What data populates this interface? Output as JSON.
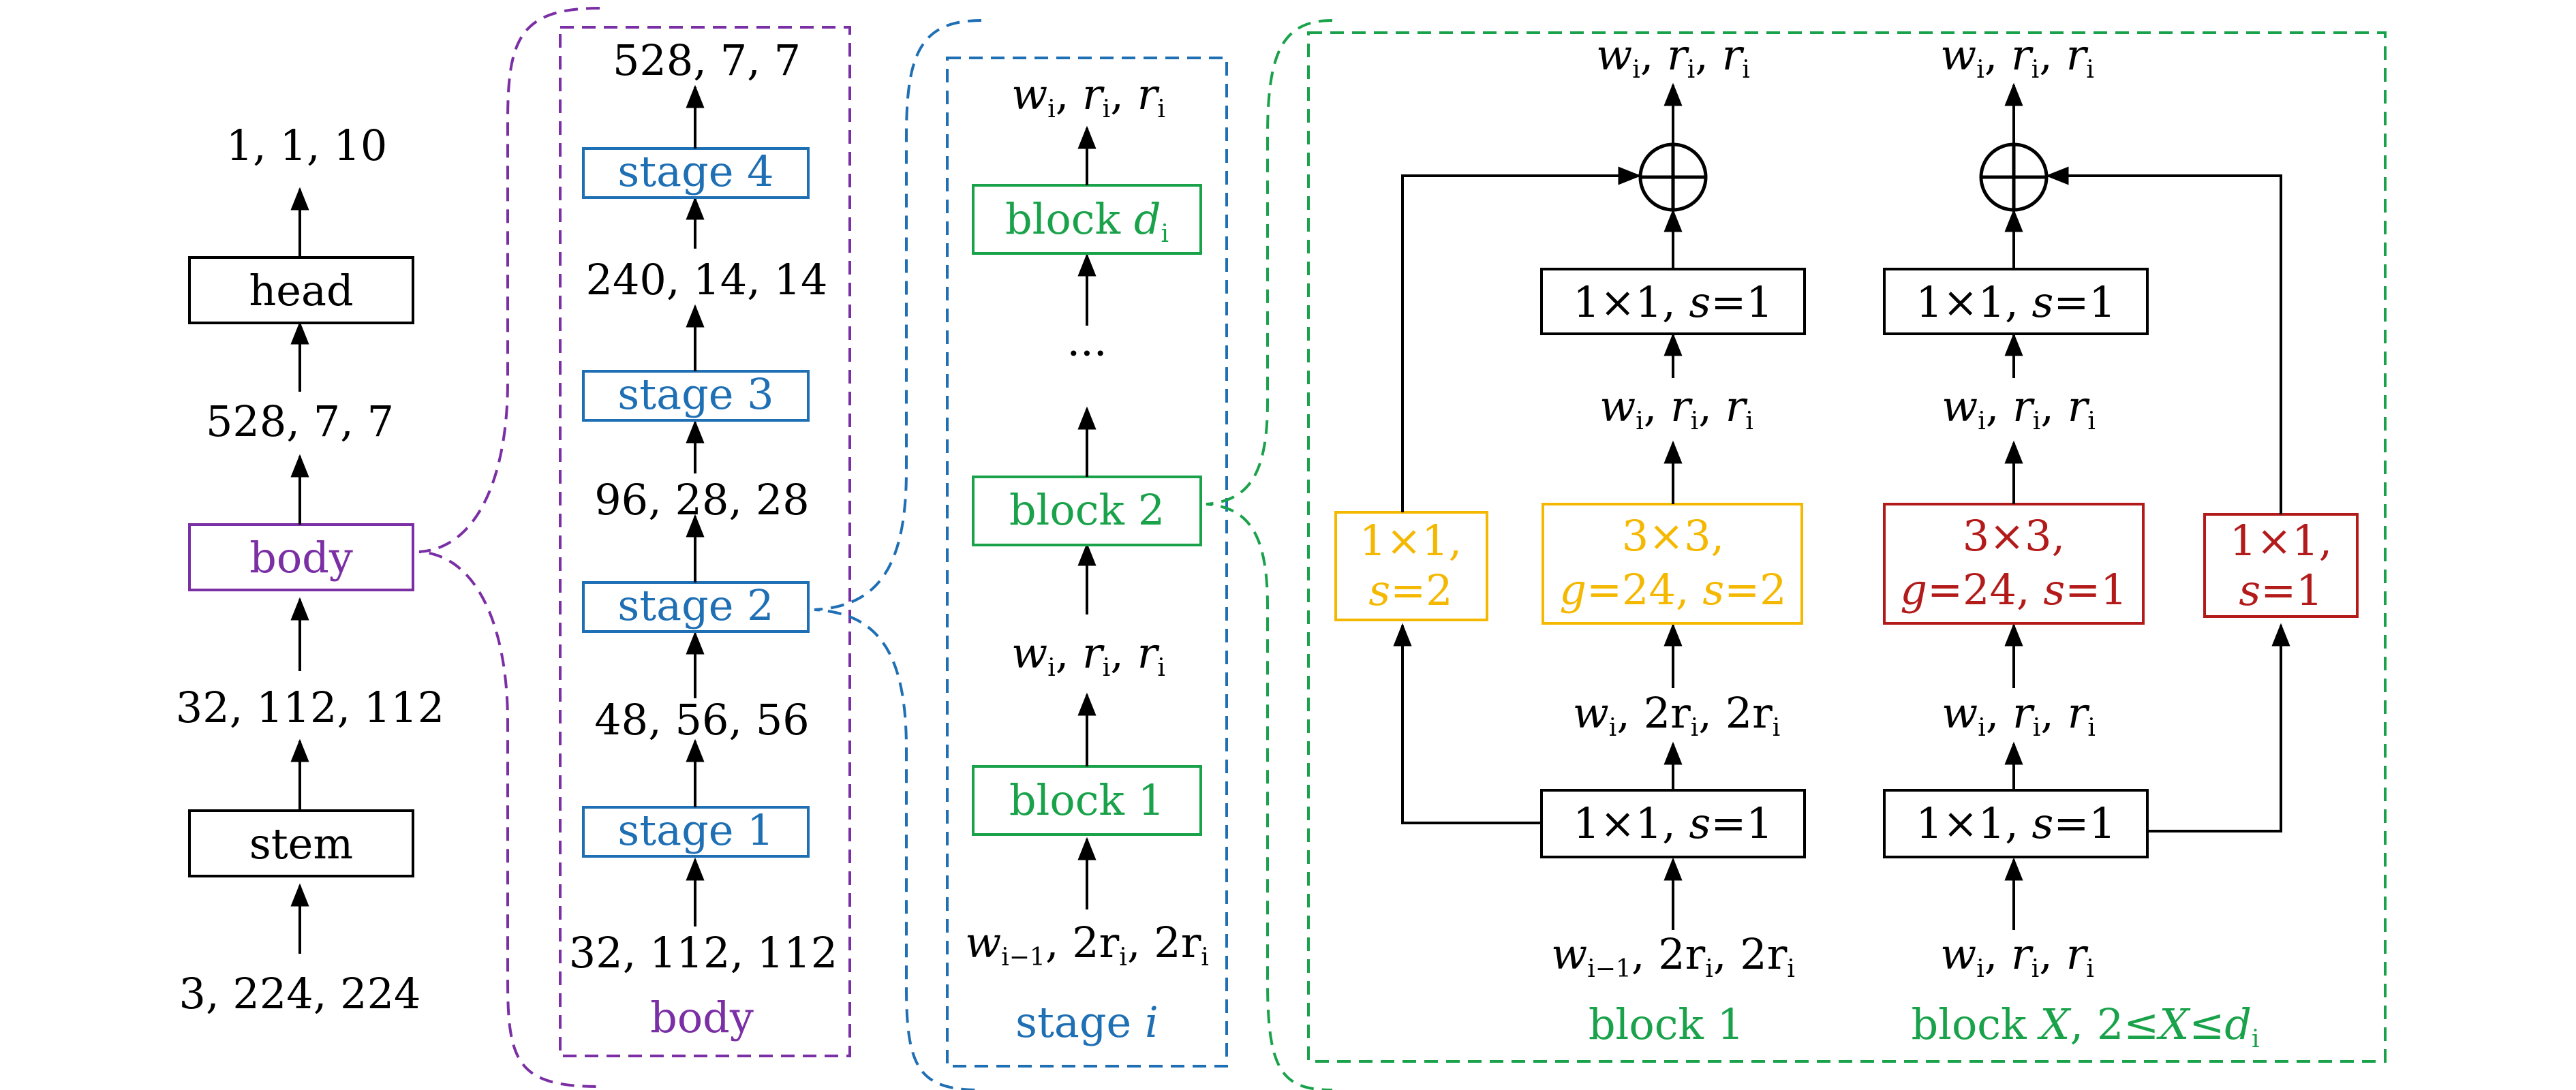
{
  "colors": {
    "black": "#000000",
    "purple": "#7b2fa5",
    "blue": "#1f6fb4",
    "green": "#1aa24b",
    "yellow": "#f5b800",
    "red": "#b31b1b"
  },
  "overall": {
    "input": "3, 224, 224",
    "stem": "stem",
    "after_stem": "32, 112, 112",
    "body": "body",
    "after_body": "528, 7, 7",
    "head": "head",
    "output": "1, 1, 10"
  },
  "body_panel": {
    "caption": "body",
    "input": "32, 112, 112",
    "stage1": "stage 1",
    "after_stage1": "48, 56, 56",
    "stage2": "stage 2",
    "after_stage2": "96, 28, 28",
    "stage3": "stage 3",
    "after_stage3": "240, 14, 14",
    "stage4": "stage 4",
    "after_stage4": "528, 7, 7"
  },
  "stage_panel": {
    "caption_prefix": "stage ",
    "caption_var": "i",
    "input": {
      "w": "w",
      "w_sub": "i−1",
      "rest": ", 2r",
      "r_sub": "i",
      "rest2": ", 2r",
      "r_sub2": "i"
    },
    "block1": "block 1",
    "after_block1": {
      "w": "w",
      "w_sub": "i",
      "r1": "r",
      "r1_sub": "i",
      "r2": "r",
      "r2_sub": "i"
    },
    "block2": "block 2",
    "dots": "···",
    "blockd_prefix": "block ",
    "blockd_var": "d",
    "blockd_sub": "i",
    "output": {
      "w": "w",
      "w_sub": "i",
      "r1": "r",
      "r1_sub": "i",
      "r2": "r",
      "r2_sub": "i"
    }
  },
  "block_panel": {
    "block1": {
      "caption": "block 1",
      "input": {
        "w": "w",
        "w_sub": "i−1",
        "mid": ", 2r",
        "r_sub": "i",
        "mid2": ", 2r",
        "r_sub2": "i"
      },
      "conv1": {
        "a": "1×1, ",
        "s": "s",
        "b": "=1"
      },
      "after_conv1": {
        "w": "w",
        "w_sub": "i",
        "mid": ", 2r",
        "r_sub": "i",
        "mid2": ", 2r",
        "r_sub2": "i"
      },
      "conv2_line1": "3×3,",
      "conv2_line2": {
        "g": "g",
        "a": "=24, ",
        "s": "s",
        "b": "=2"
      },
      "after_conv2": {
        "w": "w",
        "w_sub": "i",
        "r1": "r",
        "r1_sub": "i",
        "r2": "r",
        "r2_sub": "i"
      },
      "conv3": {
        "a": "1×1, ",
        "s": "s",
        "b": "=1"
      },
      "skip_line1": "1×1,",
      "skip_line2": {
        "s": "s",
        "b": "=2"
      },
      "output": {
        "w": "w",
        "w_sub": "i",
        "r1": "r",
        "r1_sub": "i",
        "r2": "r",
        "r2_sub": "i"
      }
    },
    "blockX": {
      "caption_prefix": "block ",
      "caption_var": "X",
      "caption_mid": ", 2≤",
      "caption_var2": "X",
      "caption_mid2": "≤",
      "caption_var3": "d",
      "caption_sub": "i",
      "input": {
        "w": "w",
        "w_sub": "i",
        "r1": "r",
        "r1_sub": "i",
        "r2": "r",
        "r2_sub": "i"
      },
      "conv1": {
        "a": "1×1, ",
        "s": "s",
        "b": "=1"
      },
      "after_conv1": {
        "w": "w",
        "w_sub": "i",
        "r1": "r",
        "r1_sub": "i",
        "r2": "r",
        "r2_sub": "i"
      },
      "conv2_line1": "3×3,",
      "conv2_line2": {
        "g": "g",
        "a": "=24, ",
        "s": "s",
        "b": "=1"
      },
      "after_conv2": {
        "w": "w",
        "w_sub": "i",
        "r1": "r",
        "r1_sub": "i",
        "r2": "r",
        "r2_sub": "i"
      },
      "conv3": {
        "a": "1×1, ",
        "s": "s",
        "b": "=1"
      },
      "skip_line1": "1×1,",
      "skip_line2": {
        "s": "s",
        "b": "=1"
      },
      "output": {
        "w": "w",
        "w_sub": "i",
        "r1": "r",
        "r1_sub": "i",
        "r2": "r",
        "r2_sub": "i"
      }
    }
  }
}
